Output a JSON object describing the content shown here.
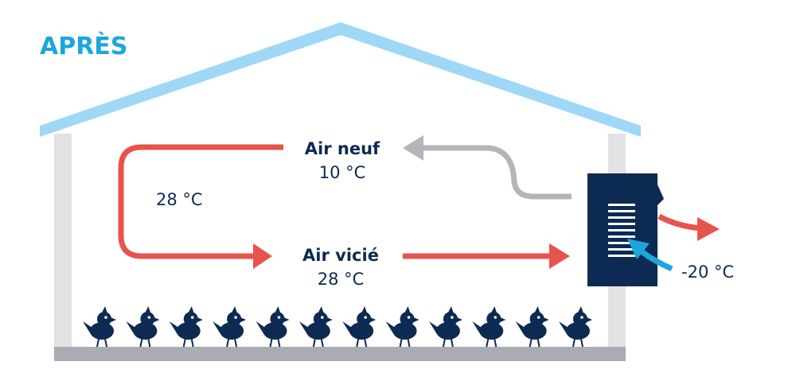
{
  "title": "APRÈS",
  "labels": {
    "fresh_air_title": "Air neuf",
    "fresh_air_temp": "10 °C",
    "stale_air_title": "Air vicié",
    "stale_air_temp": "28 °C",
    "inside_temp": "28 °C",
    "outside_temp": "-20 °C"
  },
  "colors": {
    "title": "#1aa7dc",
    "roof": "#9fd8f6",
    "walls": "#e2e2e2",
    "floor": "#a9acb2",
    "warm_flow": "#e8534d",
    "fresh_flow": "#b3b5bb",
    "cold_flow": "#1aa7dc",
    "unit": "#0d2a52",
    "chick": "#0d2a52"
  },
  "chicks": {
    "count": 12
  },
  "icons": [
    "chick-icon",
    "heat-exchanger-unit-icon"
  ]
}
